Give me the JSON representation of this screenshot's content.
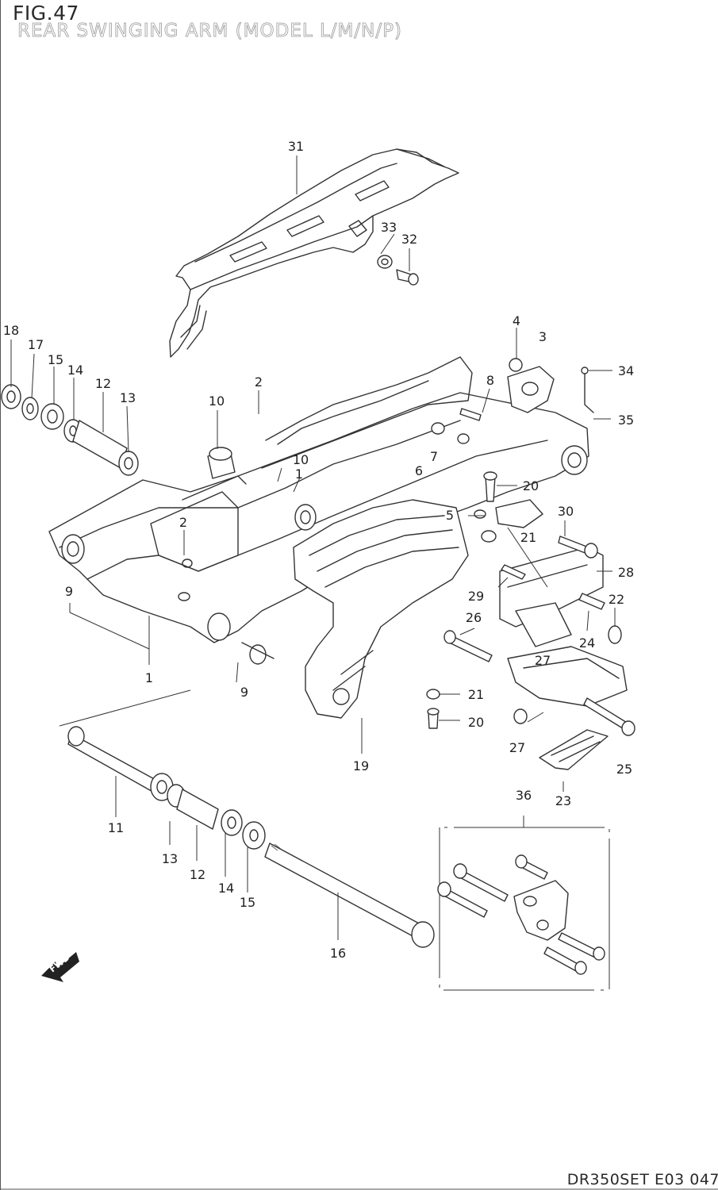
{
  "figure": {
    "title": "FIG.47",
    "subtitle": "REAR SWINGING ARM (MODEL L/M/N/P)",
    "code": "DR350SET E03 047"
  },
  "fwd_marker": "FWD",
  "part_labels": [
    {
      "id": "31",
      "text": "31"
    },
    {
      "id": "33",
      "text": "33"
    },
    {
      "id": "32",
      "text": "32"
    },
    {
      "id": "18",
      "text": "18"
    },
    {
      "id": "17",
      "text": "17"
    },
    {
      "id": "15a",
      "text": "15"
    },
    {
      "id": "14a",
      "text": "14"
    },
    {
      "id": "12a",
      "text": "12"
    },
    {
      "id": "13a",
      "text": "13"
    },
    {
      "id": "10a",
      "text": "10"
    },
    {
      "id": "2a",
      "text": "2"
    },
    {
      "id": "10b",
      "text": "10"
    },
    {
      "id": "1a",
      "text": "1"
    },
    {
      "id": "4",
      "text": "4"
    },
    {
      "id": "3",
      "text": "3"
    },
    {
      "id": "34",
      "text": "34"
    },
    {
      "id": "8",
      "text": "8"
    },
    {
      "id": "35",
      "text": "35"
    },
    {
      "id": "7",
      "text": "7"
    },
    {
      "id": "6",
      "text": "6"
    },
    {
      "id": "20a",
      "text": "20"
    },
    {
      "id": "2b",
      "text": "2"
    },
    {
      "id": "5",
      "text": "5"
    },
    {
      "id": "30",
      "text": "30"
    },
    {
      "id": "21a",
      "text": "21"
    },
    {
      "id": "9a",
      "text": "9"
    },
    {
      "id": "28",
      "text": "28"
    },
    {
      "id": "29",
      "text": "29"
    },
    {
      "id": "22",
      "text": "22"
    },
    {
      "id": "26",
      "text": "26"
    },
    {
      "id": "24",
      "text": "24"
    },
    {
      "id": "27a",
      "text": "27"
    },
    {
      "id": "1b",
      "text": "1"
    },
    {
      "id": "9b",
      "text": "9"
    },
    {
      "id": "21b",
      "text": "21"
    },
    {
      "id": "20b",
      "text": "20"
    },
    {
      "id": "27b",
      "text": "27"
    },
    {
      "id": "19",
      "text": "19"
    },
    {
      "id": "25",
      "text": "25"
    },
    {
      "id": "36",
      "text": "36"
    },
    {
      "id": "23",
      "text": "23"
    },
    {
      "id": "11",
      "text": "11"
    },
    {
      "id": "13b",
      "text": "13"
    },
    {
      "id": "12b",
      "text": "12"
    },
    {
      "id": "14b",
      "text": "14"
    },
    {
      "id": "15b",
      "text": "15"
    },
    {
      "id": "16",
      "text": "16"
    }
  ]
}
